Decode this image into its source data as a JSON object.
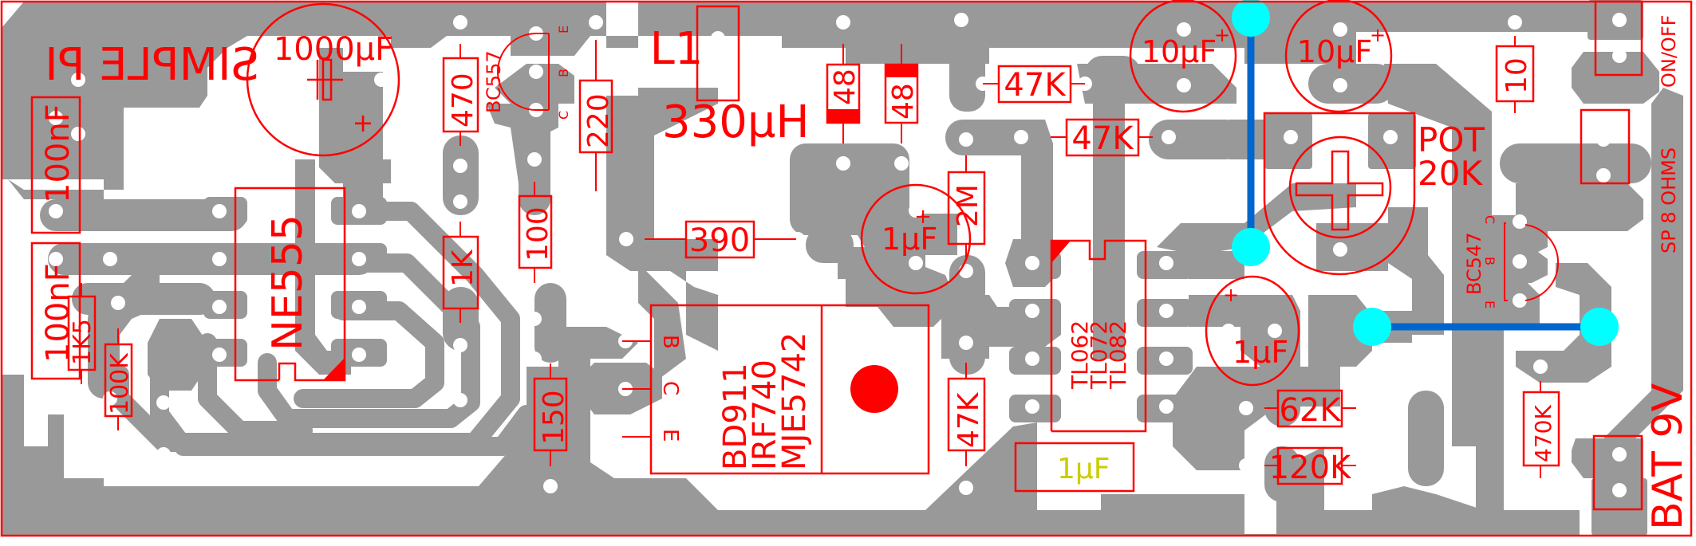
{
  "board": {
    "title_mirrored": "SIMPLE PI",
    "colors": {
      "copper": "#999999",
      "silkscreen": "#ff0000",
      "jumper": "#0066cc",
      "via": "#00ffff",
      "background": "#ffffff",
      "alt_label": "#cccc00"
    }
  },
  "components": {
    "c_1000uf": "1000µF",
    "c_100nf_top": "100nF",
    "c_100nf_bottom": "100nF",
    "r_1k5": "1K5",
    "r_100k": "100K",
    "ic_ne555": "NE555",
    "r_470": "470",
    "r_1k": "1K",
    "q_bc557": "BC557",
    "q_bc557_pins": [
      "E",
      "B",
      "C"
    ],
    "r_220": "220",
    "r_100": "100",
    "r_150": "150",
    "l1_ref": "L1",
    "l1_value": "330µH",
    "d1": "48",
    "d2": "48",
    "r_390": "390",
    "q_power_lines": [
      "BD911",
      "IRF740",
      "MJE5742"
    ],
    "q_power_pins": [
      "B",
      "C",
      "E"
    ],
    "c_1uf_mid": "1µF",
    "plus": "+",
    "r_2m": "2M",
    "r_47k_a": "47K",
    "r_47k_b": "47K",
    "r_47k_c": "47K",
    "c_10uf_a": "10µF",
    "c_10uf_b": "10µF",
    "pot_line1": "POT",
    "pot_line2": "20K",
    "ic_opamp_lines": [
      "TL062",
      "TL072",
      "TL082"
    ],
    "c_1uf_right": "1µF",
    "c_1uf_film": "1µF",
    "r_62k": "62K",
    "r_120k": "120K",
    "r_10": "10",
    "q_bc547": "BC547",
    "q_bc547_pins": [
      "C",
      "B",
      "E"
    ],
    "r_470k": "470K",
    "conn_onoff": "ON/OFF",
    "conn_speaker": "SP 8 OHMS",
    "conn_battery": "BAT 9V"
  }
}
